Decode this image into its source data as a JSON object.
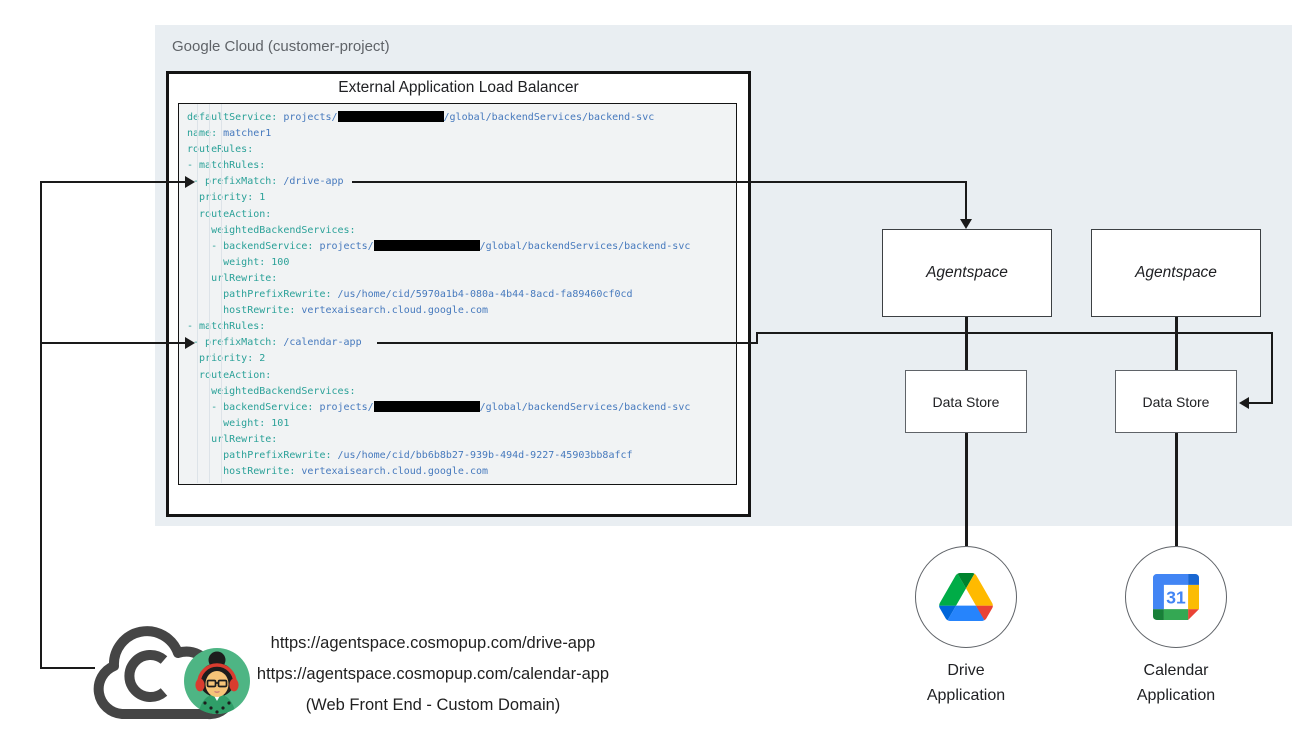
{
  "gcp": {
    "label": "Google Cloud (customer-project)",
    "panel_color": "#e9eef2"
  },
  "alb": {
    "title": "External Application Load Balancer"
  },
  "code": {
    "colors": {
      "key": "#2aa198",
      "value": "#4679bd",
      "redaction": "#000000"
    },
    "lines": [
      [
        [
          "k",
          "defaultService: "
        ],
        [
          "v",
          "projects/"
        ],
        [
          "r",
          ""
        ],
        [
          "v",
          "/global/backendServices/backend-svc"
        ]
      ],
      [
        [
          "k",
          "name: "
        ],
        [
          "v",
          "matcher1"
        ]
      ],
      [
        [
          "k",
          "routeRules:"
        ]
      ],
      [
        [
          "k",
          "- matchRules:"
        ]
      ],
      [
        [
          "k",
          " - prefixMatch: "
        ],
        [
          "v",
          "/drive-app"
        ]
      ],
      [
        [
          "k",
          "  priority: 1"
        ]
      ],
      [
        [
          "k",
          "  routeAction:"
        ]
      ],
      [
        [
          "k",
          "    weightedBackendServices:"
        ]
      ],
      [
        [
          "k",
          "    - backendService: "
        ],
        [
          "v",
          "projects/"
        ],
        [
          "r",
          ""
        ],
        [
          "v",
          "/global/backendServices/backend-svc"
        ]
      ],
      [
        [
          "k",
          "      weight: 100"
        ]
      ],
      [
        [
          "k",
          "    urlRewrite:"
        ]
      ],
      [
        [
          "k",
          "      pathPrefixRewrite: "
        ],
        [
          "v",
          "/us/home/cid/5970a1b4-080a-4b44-8acd-fa89460cf0cd"
        ]
      ],
      [
        [
          "k",
          "      hostRewrite: "
        ],
        [
          "v",
          "vertexaisearch.cloud.google.com"
        ]
      ],
      [
        [
          "k",
          "- matchRules:"
        ]
      ],
      [
        [
          "k",
          " - prefixMatch: "
        ],
        [
          "v",
          "/calendar-app"
        ]
      ],
      [
        [
          "k",
          "  priority: 2"
        ]
      ],
      [
        [
          "k",
          "  routeAction:"
        ]
      ],
      [
        [
          "k",
          "    weightedBackendServices:"
        ]
      ],
      [
        [
          "k",
          "    - backendService: "
        ],
        [
          "v",
          "projects/"
        ],
        [
          "r",
          ""
        ],
        [
          "v",
          "/global/backendServices/backend-svc"
        ]
      ],
      [
        [
          "k",
          "      weight: 101"
        ]
      ],
      [
        [
          "k",
          "    urlRewrite:"
        ]
      ],
      [
        [
          "k",
          "      pathPrefixRewrite: "
        ],
        [
          "v",
          "/us/home/cid/bb6b8b27-939b-494d-9227-45903bb8afcf"
        ]
      ],
      [
        [
          "k",
          "      hostRewrite: "
        ],
        [
          "v",
          "vertexaisearch.cloud.google.com"
        ]
      ]
    ]
  },
  "nodes": {
    "agentspace_left": {
      "label": "Agentspace"
    },
    "agentspace_right": {
      "label": "Agentspace"
    },
    "datastore_left": {
      "label": "Data Store"
    },
    "datastore_right": {
      "label": "Data Store"
    },
    "drive_app": {
      "line1": "Drive",
      "line2": "Application"
    },
    "calendar_app": {
      "line1": "Calendar",
      "line2": "Application"
    }
  },
  "icons": {
    "calendar_day": "31"
  },
  "client": {
    "url_drive": "https://agentspace.cosmopup.com/drive-app",
    "url_calendar": "https://agentspace.cosmopup.com/calendar-app",
    "caption": "(Web Front End - Custom Domain)"
  }
}
